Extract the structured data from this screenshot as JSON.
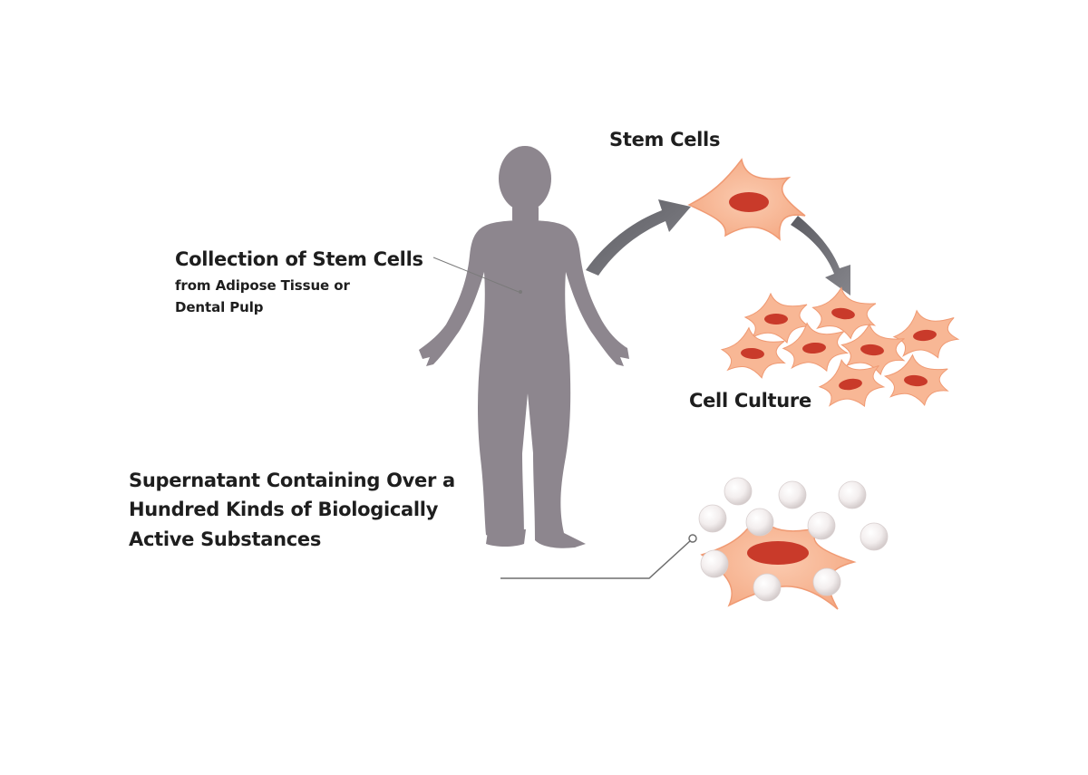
{
  "labels": {
    "stem_cells": "Stem Cells",
    "collection_title": "Collection of Stem Cells",
    "collection_sub_1": "from Adipose Tissue or",
    "collection_sub_2": "Dental Pulp",
    "cell_culture": "Cell Culture",
    "supernatant_1": "Supernatant Containing Over a",
    "supernatant_2": "Hundred Kinds of Biologically",
    "supernatant_3": "Active Substances"
  },
  "colors": {
    "body_silhouette": "#8d868e",
    "arrow": "#6e6e73",
    "cell_fill": "#f8b795",
    "cell_edge": "#f09a73",
    "nucleus": "#c93a2a",
    "leader_line": "#7a7a7a",
    "text": "#1e1e1e"
  }
}
